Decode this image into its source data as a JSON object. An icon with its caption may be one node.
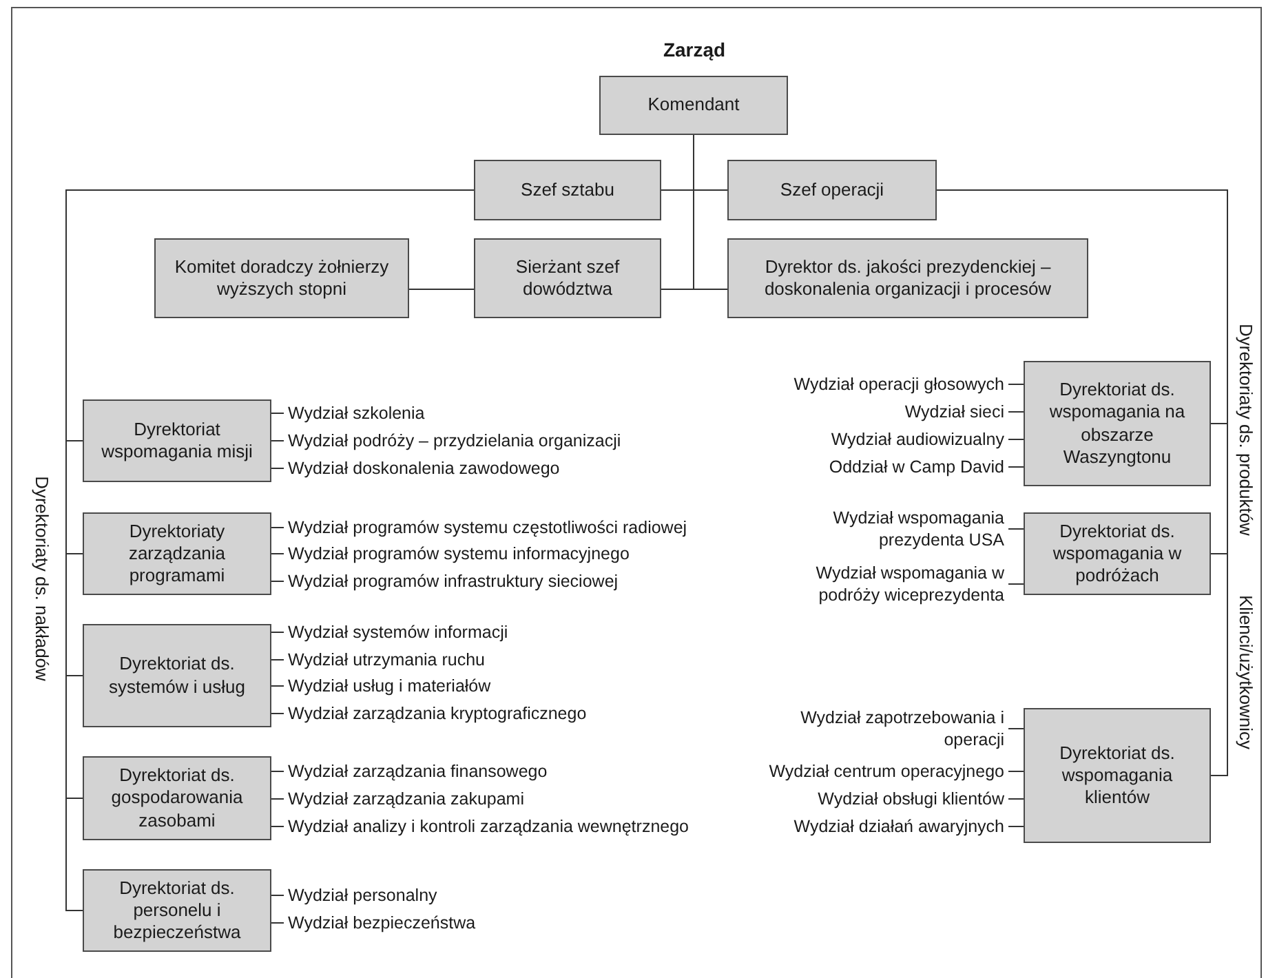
{
  "diagram": {
    "title": "Zarząd",
    "nodes": [
      {
        "text": [
          "Komendant"
        ]
      },
      {
        "text": [
          "Szef sztabu"
        ]
      },
      {
        "text": [
          "Szef operacji"
        ]
      },
      {
        "text": [
          "Komitet doradczy żołnierzy wyższych stopni"
        ]
      },
      {
        "text": [
          "Sierżant szef dowództwa"
        ]
      },
      {
        "text": [
          "Dyrektor ds. jakości prezydenckiej – doskonalenia organizacji i procesów"
        ]
      },
      {
        "text": [
          "Dyrektoriat wspomagania misji"
        ]
      },
      {
        "text": [
          "Dyrektoriaty zarządzania programami"
        ]
      },
      {
        "text": [
          "Dyrektoriat ds. systemów i usług"
        ]
      },
      {
        "text": [
          "Dyrektoriat ds. gospodarowania zasobami"
        ]
      },
      {
        "text": [
          "Dyrektoriat ds. personelu i bezpieczeństwa"
        ]
      },
      {
        "text": [
          "Dyrektoriat ds. wspomagania na obszarze Waszyngtonu"
        ]
      },
      {
        "text": [
          "Dyrektoriat ds. wspomagania w podróżach"
        ]
      },
      {
        "text": [
          "Dyrektoriat ds. wspomagania klientów"
        ]
      },
      {
        "text": [
          "Wydział szkolenia"
        ]
      },
      {
        "text": [
          "Wydział podróży – przydzielania organizacji"
        ]
      },
      {
        "text": [
          "Wydział doskonalenia zawodowego"
        ]
      },
      {
        "text": [
          "Wydział programów systemu częstotliwości radiowej"
        ]
      },
      {
        "text": [
          "Wydział programów systemu informacyjnego"
        ]
      },
      {
        "text": [
          "Wydział programów infrastruktury sieciowej"
        ]
      },
      {
        "text": [
          "Wydział systemów informacji"
        ]
      },
      {
        "text": [
          "Wydział utrzymania ruchu"
        ]
      },
      {
        "text": [
          "Wydział usług i materiałów"
        ]
      },
      {
        "text": [
          "Wydział zarządzania kryptograficznego"
        ]
      },
      {
        "text": [
          "Wydział zarządzania finansowego"
        ]
      },
      {
        "text": [
          "Wydział zarządzania zakupami"
        ]
      },
      {
        "text": [
          "Wydział analizy i kontroli zarządzania wewnętrznego"
        ]
      },
      {
        "text": [
          "Wydział personalny"
        ]
      },
      {
        "text": [
          "Wydział bezpieczeństwa"
        ]
      },
      {
        "text": [
          "Wydział operacji głosowych"
        ]
      },
      {
        "text": [
          "Wydział sieci"
        ]
      },
      {
        "text": [
          "Wydział audiowizualny"
        ]
      },
      {
        "text": [
          "Oddział w Camp David"
        ]
      },
      {
        "text": [
          "Wydział wspomagania prezydenta USA"
        ]
      },
      {
        "text": [
          "Wydział wspomagania w podróży wiceprezydenta"
        ]
      },
      {
        "text": [
          "Wydział zapotrzebowania i operacji"
        ]
      },
      {
        "text": [
          "Wydział centrum operacyjnego"
        ]
      },
      {
        "text": [
          "Wydział obsługi klientów"
        ]
      },
      {
        "text": [
          "Wydział działań awaryjnych"
        ]
      }
    ],
    "edges": [
      {
        "from": 0,
        "to": 1,
        "arrow": "none"
      },
      {
        "from": 0,
        "to": 2,
        "arrow": "none"
      },
      {
        "from": 0,
        "to": 4,
        "arrow": "none"
      },
      {
        "from": 0,
        "to": 5,
        "arrow": "none"
      },
      {
        "from": 3,
        "to": 4,
        "arrow": "none"
      },
      {
        "from": 1,
        "to": 6,
        "arrow": "none"
      },
      {
        "from": 1,
        "to": 7,
        "arrow": "none"
      },
      {
        "from": 1,
        "to": 8,
        "arrow": "none"
      },
      {
        "from": 1,
        "to": 9,
        "arrow": "none"
      },
      {
        "from": 1,
        "to": 10,
        "arrow": "none"
      },
      {
        "from": 2,
        "to": 11,
        "arrow": "none"
      },
      {
        "from": 2,
        "to": 12,
        "arrow": "none"
      },
      {
        "from": 2,
        "to": 13,
        "arrow": "none"
      },
      {
        "from": 6,
        "to": 14,
        "arrow": "none"
      },
      {
        "from": 6,
        "to": 15,
        "arrow": "none"
      },
      {
        "from": 6,
        "to": 16,
        "arrow": "none"
      },
      {
        "from": 7,
        "to": 17,
        "arrow": "none"
      },
      {
        "from": 7,
        "to": 18,
        "arrow": "none"
      },
      {
        "from": 7,
        "to": 19,
        "arrow": "none"
      },
      {
        "from": 8,
        "to": 20,
        "arrow": "none"
      },
      {
        "from": 8,
        "to": 21,
        "arrow": "none"
      },
      {
        "from": 8,
        "to": 22,
        "arrow": "none"
      },
      {
        "from": 8,
        "to": 23,
        "arrow": "none"
      },
      {
        "from": 9,
        "to": 24,
        "arrow": "none"
      },
      {
        "from": 9,
        "to": 25,
        "arrow": "none"
      },
      {
        "from": 9,
        "to": 26,
        "arrow": "none"
      },
      {
        "from": 10,
        "to": 27,
        "arrow": "none"
      },
      {
        "from": 10,
        "to": 28,
        "arrow": "none"
      },
      {
        "from": 11,
        "to": 29,
        "arrow": "none"
      },
      {
        "from": 11,
        "to": 30,
        "arrow": "none"
      },
      {
        "from": 11,
        "to": 31,
        "arrow": "none"
      },
      {
        "from": 11,
        "to": 32,
        "arrow": "none"
      },
      {
        "from": 12,
        "to": 33,
        "arrow": "none"
      },
      {
        "from": 12,
        "to": 34,
        "arrow": "none"
      },
      {
        "from": 13,
        "to": 35,
        "arrow": "none"
      },
      {
        "from": 13,
        "to": 36,
        "arrow": "none"
      },
      {
        "from": 13,
        "to": 37,
        "arrow": "none"
      },
      {
        "from": 13,
        "to": 38,
        "arrow": "none"
      }
    ],
    "labels": [
      "Dyrektoriaty ds. nakładów",
      "Dyrektoriaty ds. produktów",
      "Klienci/użytkownicy"
    ]
  }
}
